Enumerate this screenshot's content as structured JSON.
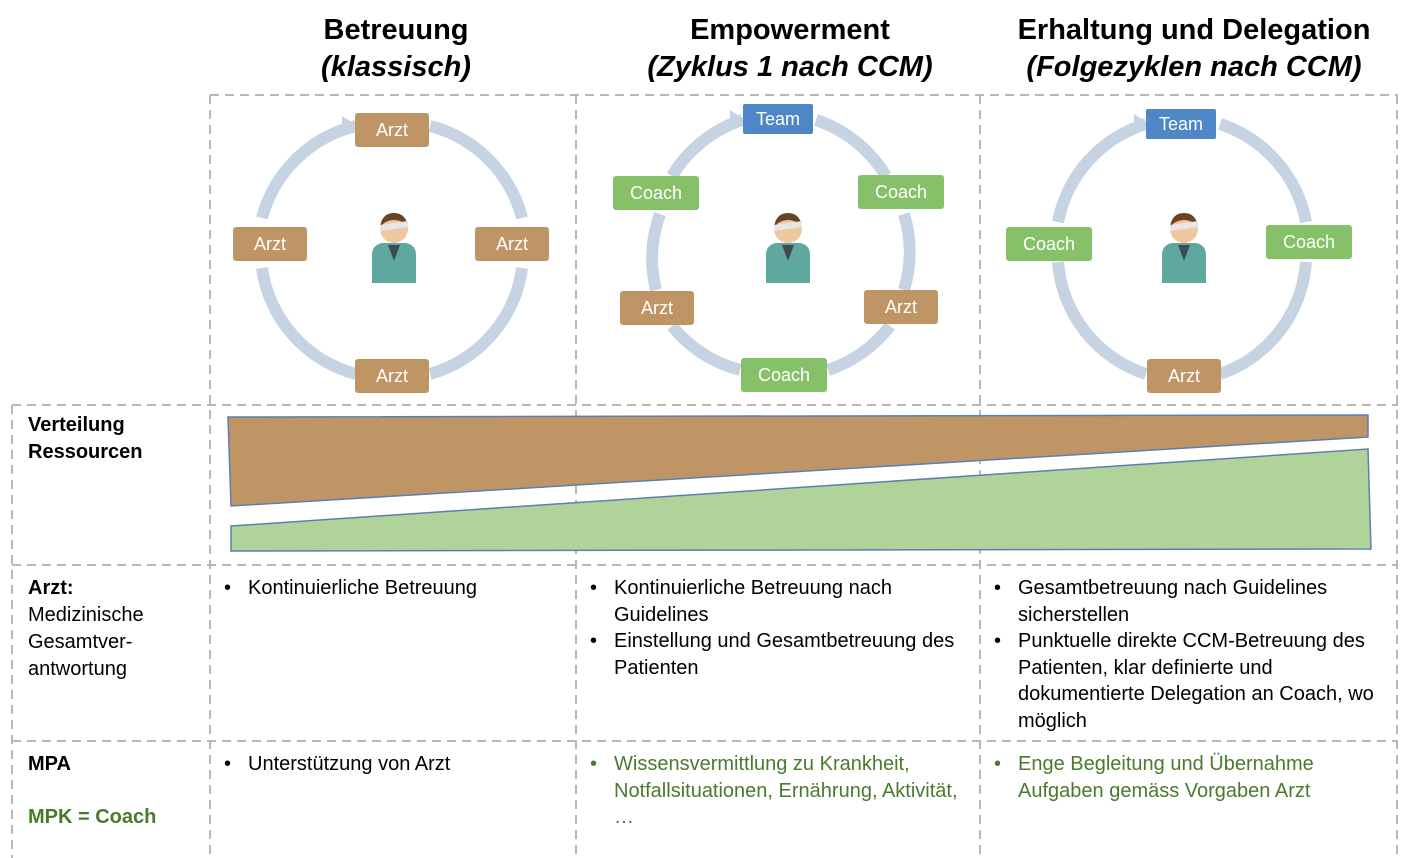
{
  "columns": [
    {
      "title": "Betreuung",
      "subtitle": "(klassisch)"
    },
    {
      "title": "Empowerment",
      "subtitle": "(Zyklus 1 nach CCM)"
    },
    {
      "title": "Erhaltung und Delegation",
      "subtitle": "(Folgezyklen nach CCM)"
    }
  ],
  "cycles": [
    {
      "nodes": [
        {
          "label": "Arzt",
          "role": "arzt"
        },
        {
          "label": "Arzt",
          "role": "arzt"
        },
        {
          "label": "Arzt",
          "role": "arzt"
        },
        {
          "label": "Arzt",
          "role": "arzt"
        }
      ]
    },
    {
      "nodes": [
        {
          "label": "Team",
          "role": "team"
        },
        {
          "label": "Coach",
          "role": "coach"
        },
        {
          "label": "Arzt",
          "role": "arzt"
        },
        {
          "label": "Coach",
          "role": "coach"
        },
        {
          "label": "Arzt",
          "role": "arzt"
        },
        {
          "label": "Coach",
          "role": "coach"
        }
      ]
    },
    {
      "nodes": [
        {
          "label": "Team",
          "role": "team"
        },
        {
          "label": "Coach",
          "role": "coach"
        },
        {
          "label": "Arzt",
          "role": "arzt"
        },
        {
          "label": "Coach",
          "role": "coach"
        }
      ]
    }
  ],
  "rows": {
    "resources": {
      "label_line1": "Verteilung",
      "label_line2": "Ressourcen"
    },
    "arzt": {
      "label_bold": "Arzt:",
      "label_lines": [
        "Medizinische",
        "Gesamtver-",
        "antwortung"
      ],
      "col1": [
        "Kontinuierliche Betreuung"
      ],
      "col2": [
        "Kontinuierliche Betreuung nach Guidelines",
        "Einstellung und Gesamtbetreuung des Patienten"
      ],
      "col3": [
        "Gesamtbetreuung nach Guidelines sicherstellen",
        "Punktuelle direkte CCM-Betreuung des Patienten, klar definierte und dokumentierte Delegation an Coach, wo möglich"
      ]
    },
    "mpa": {
      "label": "MPA",
      "label_green": "MPK = Coach",
      "col1": [
        "Unterstützung von Arzt"
      ],
      "col2": [
        "Wissensvermittlung zu Krankheit, Notfallsituationen, Ernährung, Aktivität, …"
      ],
      "col3": [
        "Enge Begleitung und Übernahme Aufgaben gemäss Vorgaben Arzt"
      ]
    }
  },
  "colors": {
    "arzt": "#bf9566",
    "coach": "#86c169",
    "team": "#4f86c6",
    "cycle_arrow": "#c6d3e3",
    "resource_arzt": "#bf9566",
    "resource_coach": "#b0d39a",
    "grid_dash": "#b8b8b8",
    "green_text": "#4a7a2e"
  }
}
